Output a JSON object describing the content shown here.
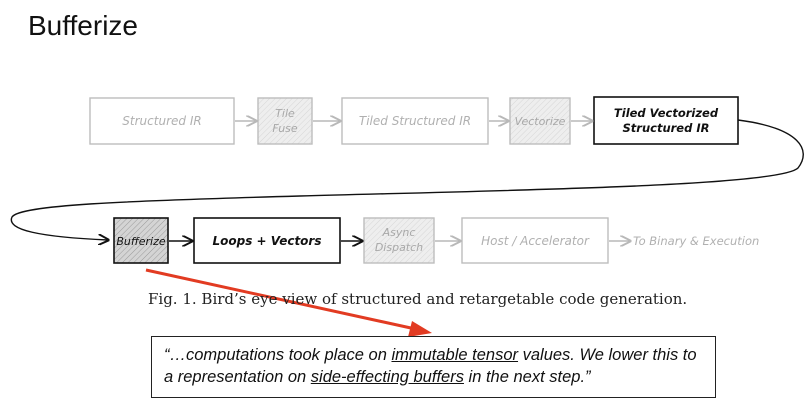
{
  "slide": {
    "title": "Bufferize"
  },
  "diagram": {
    "row1": [
      {
        "id": "structured-ir",
        "label_lines": [
          "Structured IR"
        ],
        "state": "faded"
      },
      {
        "id": "tile-fuse",
        "label_lines": [
          "Tile",
          "Fuse"
        ],
        "state": "faded-filled"
      },
      {
        "id": "tiled-structured-ir",
        "label_lines": [
          "Tiled Structured IR"
        ],
        "state": "faded"
      },
      {
        "id": "vectorize",
        "label_lines": [
          "Vectorize"
        ],
        "state": "faded-filled"
      },
      {
        "id": "tiled-vectorized-structured-ir",
        "label_lines": [
          "Tiled Vectorized",
          "Structured IR"
        ],
        "state": "active"
      }
    ],
    "row2": [
      {
        "id": "bufferize",
        "label_lines": [
          "Bufferize"
        ],
        "state": "active-filled"
      },
      {
        "id": "loops-vectors",
        "label_lines": [
          "Loops + Vectors"
        ],
        "state": "active"
      },
      {
        "id": "async-dispatch",
        "label_lines": [
          "Async",
          "Dispatch"
        ],
        "state": "faded-filled"
      },
      {
        "id": "host-accelerator",
        "label_lines": [
          "Host / Accelerator"
        ],
        "state": "faded"
      }
    ],
    "final_label": "To Binary & Execution",
    "colors": {
      "active": "#111111",
      "faded": "#b8b8b8",
      "filled": "#d4d4d4",
      "arrow": "#e23b22"
    }
  },
  "caption": "Fig. 1.  Bird’s eye view of structured and retargetable code generation.",
  "quote": {
    "p1": "“…computations took place on ",
    "u1": "immutable tensor",
    "p2": " values. We lower this to a representation on ",
    "u2": "side-effecting buffers",
    "p3": " in the next step.”"
  }
}
